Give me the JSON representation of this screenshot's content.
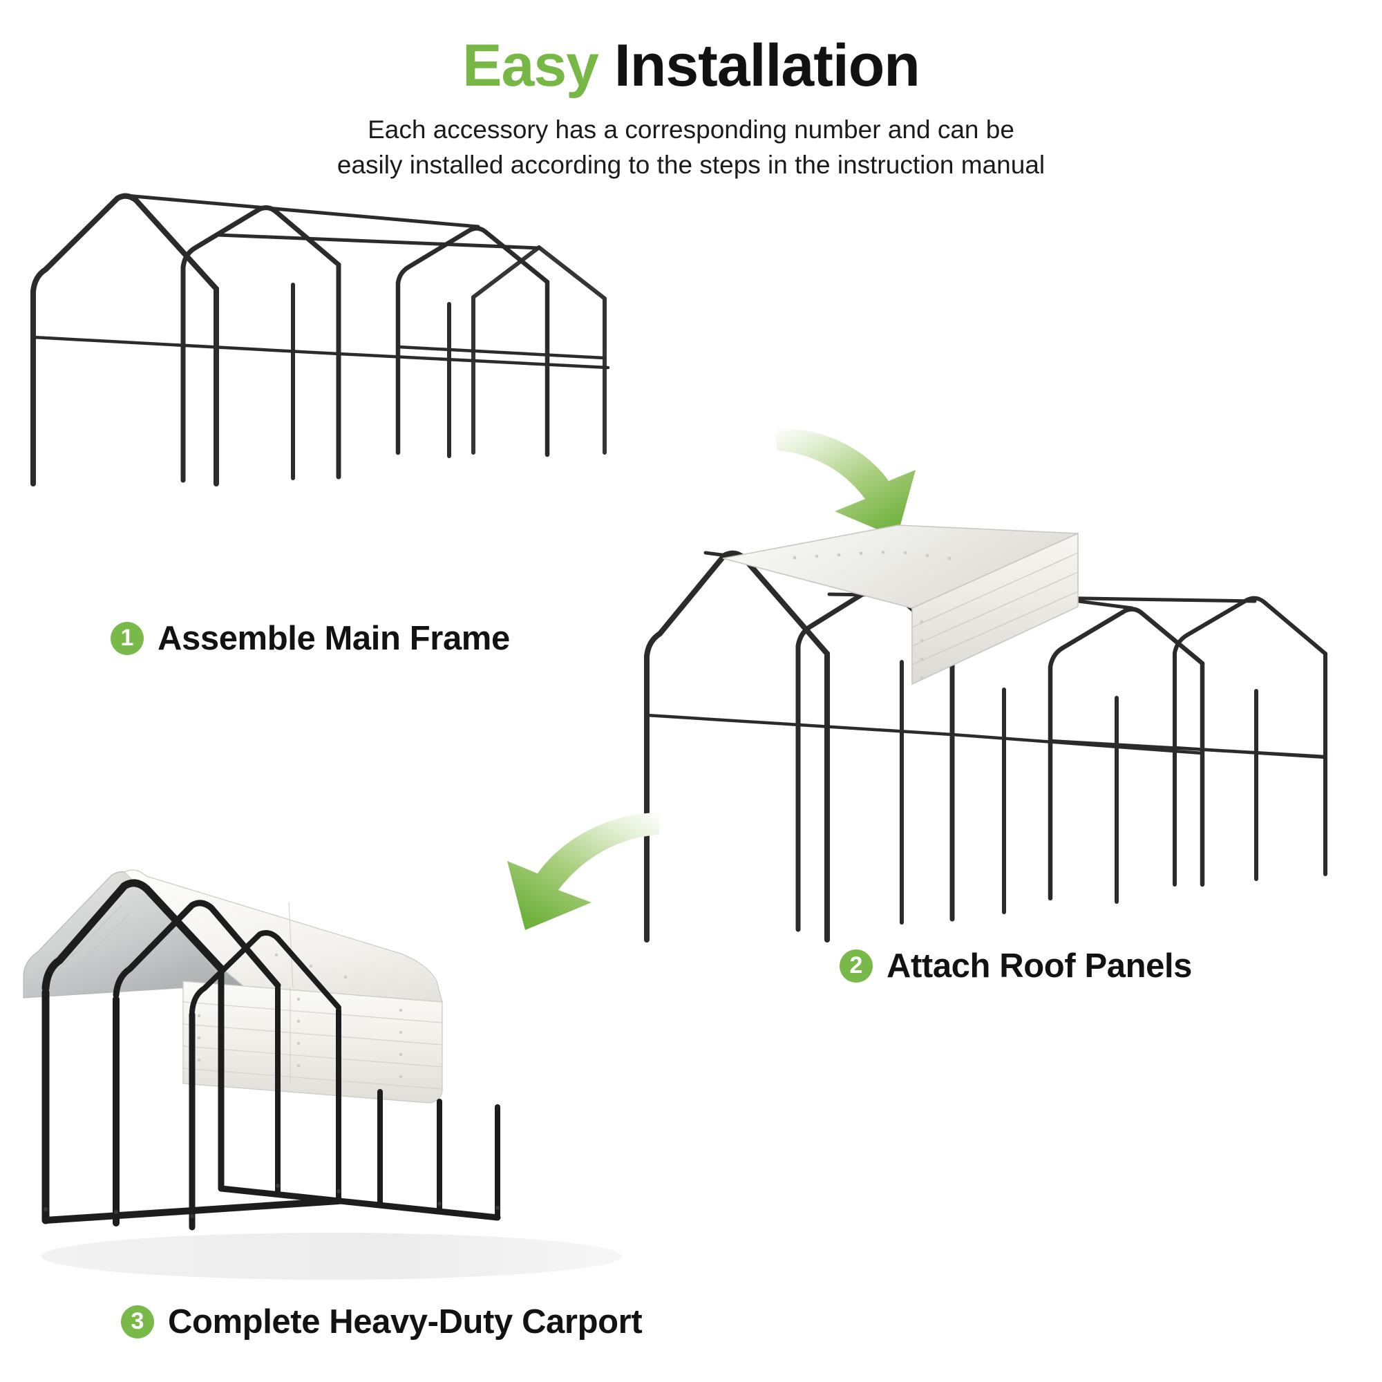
{
  "header": {
    "title_accent": "Easy",
    "title_rest": " Installation",
    "subtitle_line1": "Each accessory has a corresponding number and can be",
    "subtitle_line2": "easily installed according to the steps in the instruction manual"
  },
  "steps": [
    {
      "number": "1",
      "label": "Assemble Main Frame"
    },
    {
      "number": "2",
      "label": "Attach Roof Panels"
    },
    {
      "number": "3",
      "label": "Complete Heavy-Duty Carport"
    }
  ],
  "illustrations": [
    {
      "name": "main-frame-illustration",
      "alt": "Bare steel carport frame, four gabled trusses"
    },
    {
      "name": "roof-panel-illustration",
      "alt": "Carport frame with one white corrugated roof panel being attached"
    },
    {
      "name": "finished-carport-illustration",
      "alt": "Completed heavy-duty carport with full white metal roof"
    }
  ],
  "arrows": [
    {
      "name": "flow-arrow-step1-to-step2"
    },
    {
      "name": "flow-arrow-step2-to-step3"
    }
  ],
  "colors": {
    "accent_green": "#77B746",
    "badge_green": "#79B94A",
    "frame_dark": "#2b2b2b",
    "panel_white": "#f4f3ef",
    "panel_shadow": "#b9bbbc",
    "text_dark": "#121212",
    "background": "#ffffff"
  }
}
